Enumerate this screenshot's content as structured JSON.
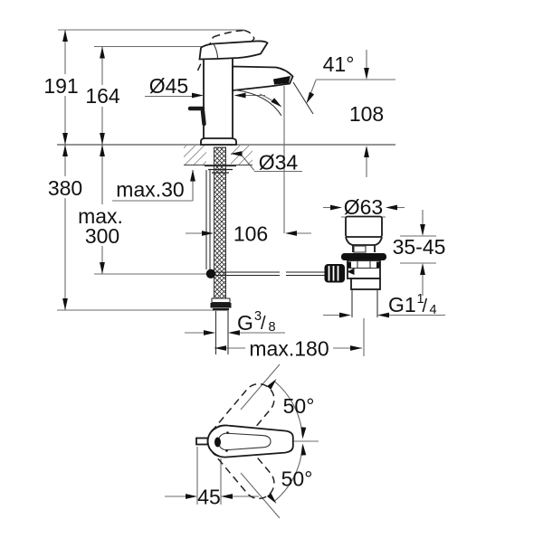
{
  "drawing": {
    "title": "Single-lever basin mixer installation drawing",
    "colors": {
      "object_line": "#1a1a1a",
      "dimension_line": "#6b6b6b",
      "background": "#ffffff",
      "text": "#111111"
    },
    "side_view": {
      "height_total": "191",
      "height_body": "164",
      "hose_length": "380",
      "max_depth_line1": "max.",
      "max_depth_line2": "300",
      "deck_thickness": "max.30",
      "body_diameter": "Ø45",
      "spout_angle": "41°",
      "spout_height": "108",
      "hole_diameter": "Ø34",
      "projection": "106",
      "waste_flange_diameter": "Ø63",
      "waste_deck_range": "35-45",
      "rod_reach": "max.180",
      "supply_thread": {
        "base": "G",
        "sup": "3",
        "slash": "/",
        "sub": "8"
      },
      "waste_thread": {
        "base": "G1",
        "sup": "1",
        "slash": "/",
        "sub": "4"
      }
    },
    "top_view": {
      "swing_up": "50°",
      "swing_down": "50°",
      "lever_offset": "45"
    }
  }
}
